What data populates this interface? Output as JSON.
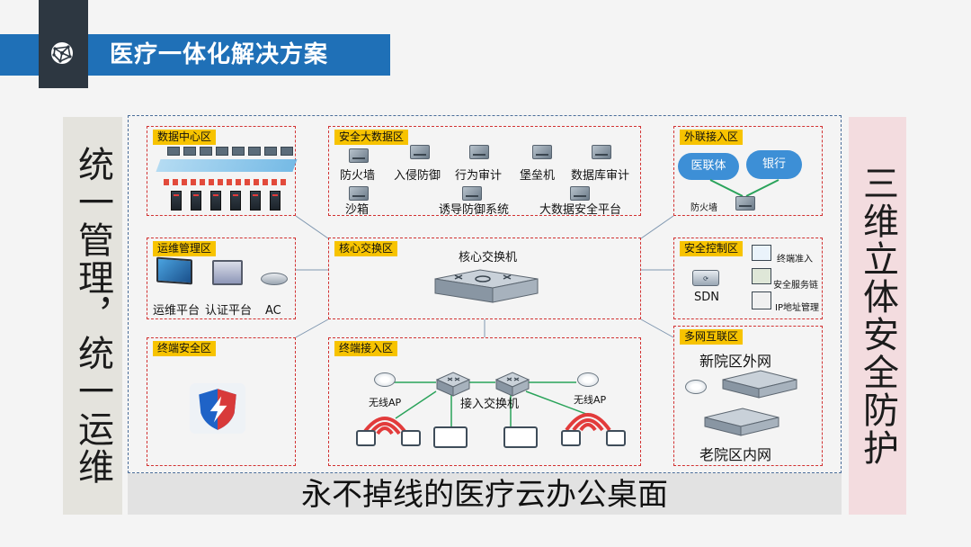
{
  "header": {
    "title": "医疗一体化解决方案",
    "logo_icon": "network-globe-icon"
  },
  "side_left": {
    "text": "统一管理，统一运维"
  },
  "side_right": {
    "text": "三维立体安全防护"
  },
  "bottom": {
    "text": "永不掉线的医疗云办公桌面"
  },
  "zones": {
    "datacenter": {
      "label": "数据中心区"
    },
    "bigdata": {
      "label": "安全大数据区",
      "items": [
        "防火墙",
        "入侵防御",
        "行为审计",
        "堡垒机",
        "数据库审计",
        "沙箱",
        "诱导防御系统",
        "大数据安全平台"
      ]
    },
    "external": {
      "label": "外联接入区",
      "cloud1": "医联体",
      "cloud2": "银行",
      "firewall": "防火墙"
    },
    "ops": {
      "label": "运维管理区",
      "items": [
        "运维平台",
        "认证平台",
        "AC"
      ]
    },
    "core": {
      "label": "核心交换区",
      "device": "核心交换机"
    },
    "security_ctrl": {
      "label": "安全控制区",
      "sdn": "SDN",
      "items": [
        "终端准入",
        "安全服务链",
        "IP地址管理"
      ]
    },
    "terminal_sec": {
      "label": "终端安全区"
    },
    "terminal_access": {
      "label": "终端接入区",
      "ap_left": "无线AP",
      "ap_right": "无线AP",
      "switch": "接入交换机"
    },
    "multinet": {
      "label": "多网互联区",
      "new_net": "新院区外网",
      "old_net": "老院区内网"
    }
  },
  "colors": {
    "brand_blue": "#1f70b7",
    "zone_border": "#d23232",
    "tag_yellow": "#f7c300"
  }
}
